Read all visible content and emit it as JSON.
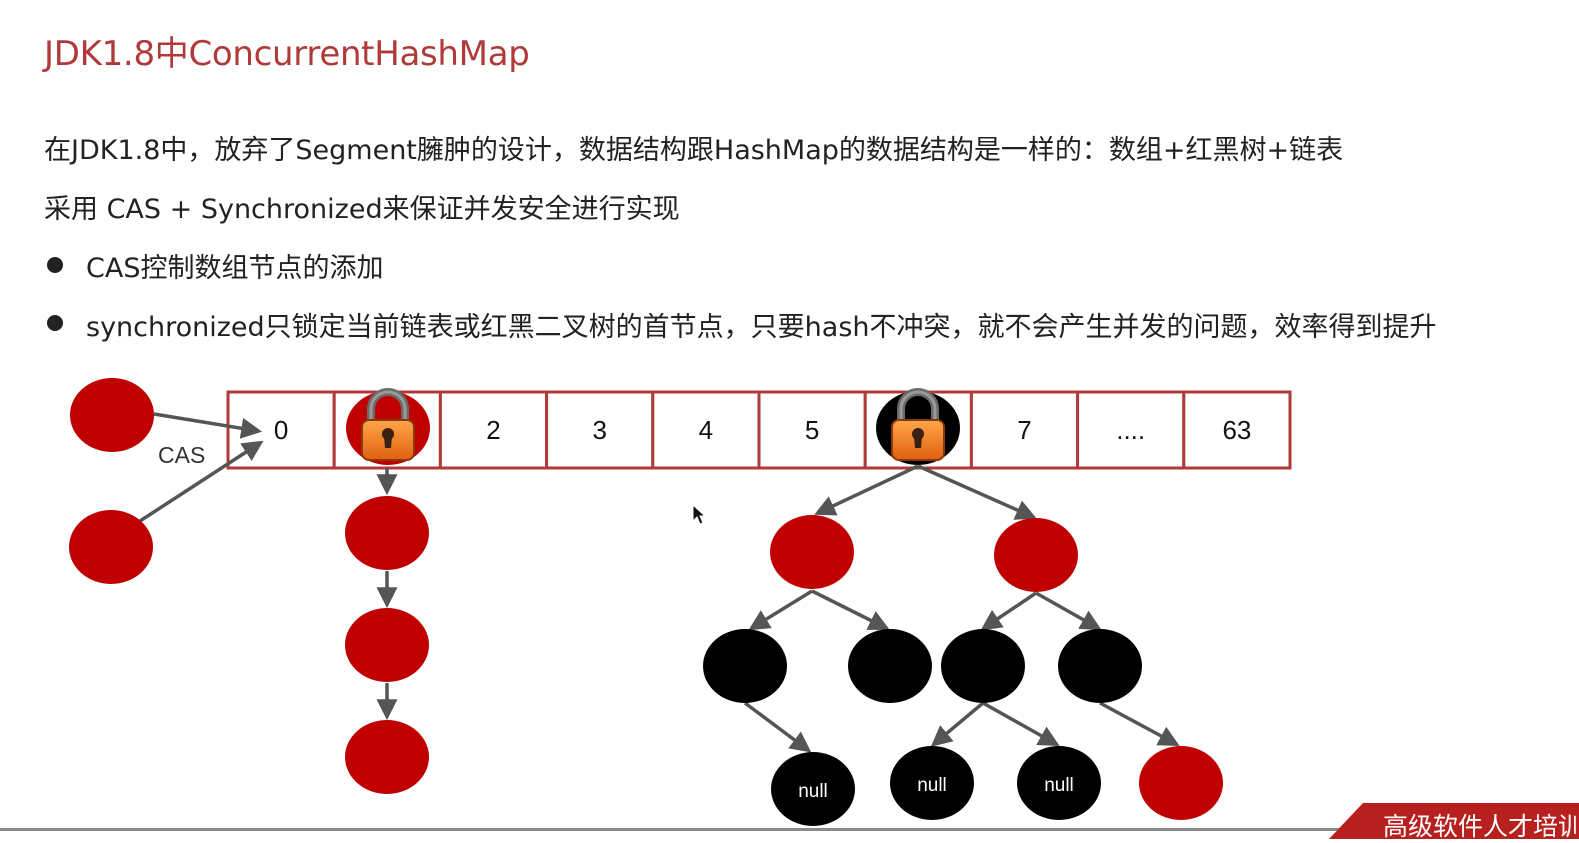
{
  "title": "JDK1.8中ConcurrentHashMap",
  "lines": [
    "在JDK1.8中，放弃了Segment臃肿的设计，数据结构跟HashMap的数据结构是一样的：数组+红黑树+链表",
    "采用 CAS + Synchronized来保证并发安全进行实现"
  ],
  "bullets": [
    "CAS控制数组节点的添加",
    "synchronized只锁定当前链表或红黑二叉树的首节点，只要hash不冲突，就不会产生并发的问题，效率得到提升"
  ],
  "array_cells": [
    "0",
    "",
    "2",
    "3",
    "4",
    "5",
    "",
    "7",
    "....",
    "63"
  ],
  "cas_label": "CAS",
  "null_label": "null",
  "footer": "高级软件人才培训",
  "colors": {
    "title": "#b03a3a",
    "node_red": "#c00000",
    "node_black": "#000000",
    "array_border": "#b03a3a",
    "arrow": "#555555",
    "lock_body": "#f07a22",
    "lock_shackle": "#6b6b6b",
    "footer_bg": "#b8201f"
  },
  "icons": {
    "lock": "padlock-icon",
    "cursor": "mouse-pointer-icon"
  }
}
